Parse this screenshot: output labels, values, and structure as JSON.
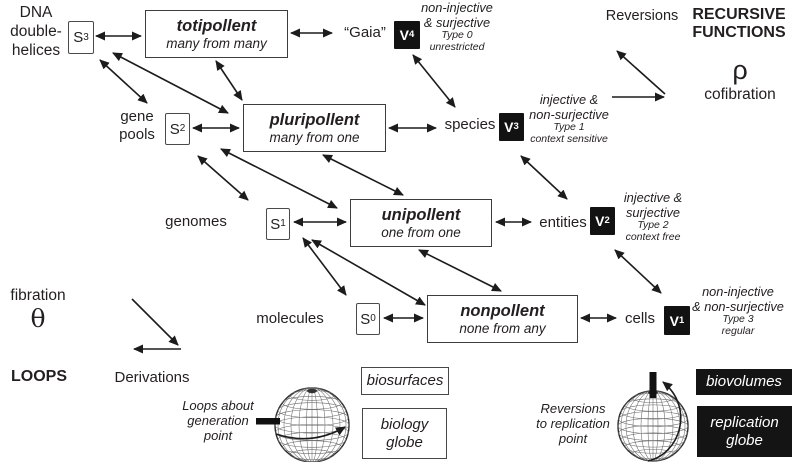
{
  "symbols": {
    "s": "S",
    "v": "V"
  },
  "colors": {
    "ink": "#231f20",
    "box_border": "#3d3d3d",
    "black_box": "#141414"
  },
  "levels": [
    {
      "left_lines": [
        "DNA",
        "double-",
        "helices"
      ],
      "s_sub": "3",
      "title": "totipollent",
      "subtitle": "many from many",
      "noun": "“Gaia”",
      "v_sub": "4",
      "fn_line1": "non-injective",
      "fn_line2": "& surjective",
      "type": "Type 0",
      "grammar": "unrestricted"
    },
    {
      "left_lines": [
        "gene",
        "pools"
      ],
      "s_sub": "2",
      "title": "pluripollent",
      "subtitle": "many from one",
      "noun": "species",
      "v_sub": "3",
      "fn_line1": "injective &",
      "fn_line2": "non-surjective",
      "type": "Type 1",
      "grammar": "context sensitive"
    },
    {
      "left_lines": [
        "genomes"
      ],
      "s_sub": "1",
      "title": "unipollent",
      "subtitle": "one from one",
      "noun": "entities",
      "v_sub": "2",
      "fn_line1": "injective &",
      "fn_line2": "surjective",
      "type": "Type 2",
      "grammar": "context free"
    },
    {
      "left_lines": [
        "molecules"
      ],
      "s_sub": "0",
      "title": "nonpollent",
      "subtitle": "none from any",
      "noun": "cells",
      "v_sub": "1",
      "fn_line1": "non-injective",
      "fn_line2": "& non-surjective",
      "type": "Type 3",
      "grammar": "regular"
    }
  ],
  "corners": {
    "reversions_top": "Reversions",
    "recursive_line1": "RECURSIVE",
    "recursive_line2": "FUNCTIONS",
    "rho": "ρ",
    "cofibration": "cofibration",
    "fibration": "fibration",
    "theta": "θ",
    "loops": "LOOPS",
    "derivations": "Derivations"
  },
  "bottom": {
    "left_caption": [
      "Loops about",
      "generation",
      "point"
    ],
    "right_caption": [
      "Reversions",
      "to replication",
      "point"
    ],
    "biosurfaces": "biosurfaces",
    "biology_globe": [
      "biology",
      "globe"
    ],
    "biovolumes": "biovolumes",
    "replication_globe": [
      "replication",
      "globe"
    ]
  }
}
